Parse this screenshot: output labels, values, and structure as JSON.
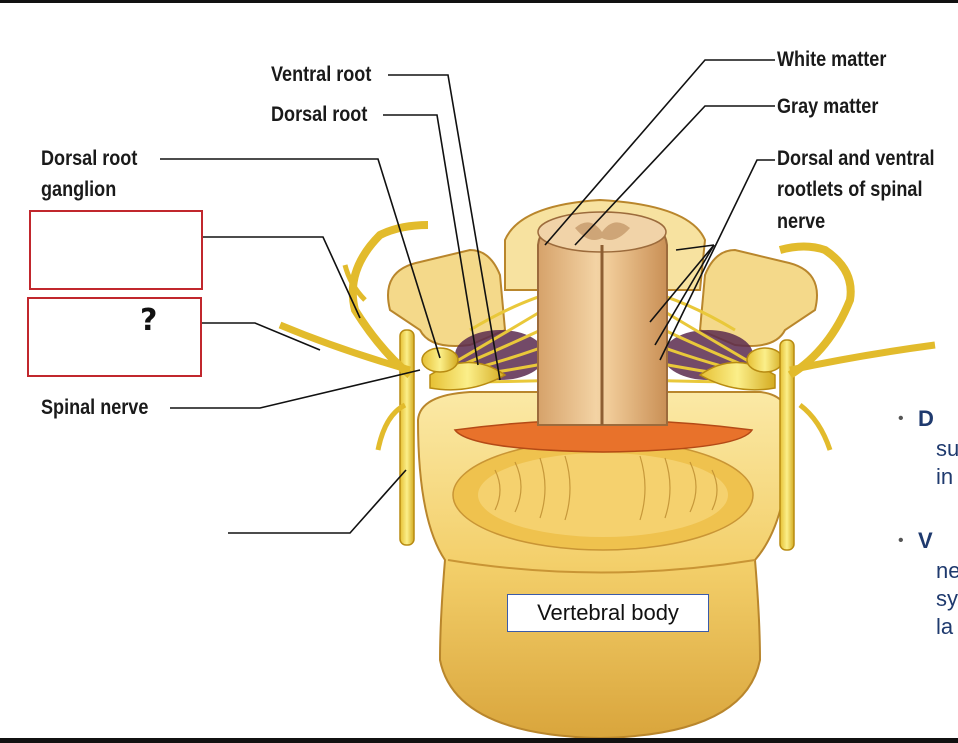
{
  "labels": {
    "ventral_root": "Ventral root",
    "dorsal_root": "Dorsal root",
    "dorsal_root_ganglion_line1": "Dorsal root",
    "dorsal_root_ganglion_line2": "ganglion",
    "spinal_nerve": "Spinal nerve",
    "white_matter": "White matter",
    "gray_matter": "Gray matter",
    "rootlets_line1": "Dorsal and ventral",
    "rootlets_line2": "rootlets of spinal",
    "rootlets_line3": "nerve",
    "question_mark": "?",
    "vertebral_body": "Vertebral body"
  },
  "bullets": [
    {
      "dot": "•",
      "head": "D",
      "lines": [
        "su",
        "in"
      ]
    },
    {
      "dot": "•",
      "head": "V",
      "lines": [
        "ne",
        "sy",
        "la"
      ]
    }
  ],
  "colors": {
    "box_border": "#c1272d",
    "vertebral_label_border": "#3b5ba9",
    "bullet_text": "#1f3a6e"
  }
}
